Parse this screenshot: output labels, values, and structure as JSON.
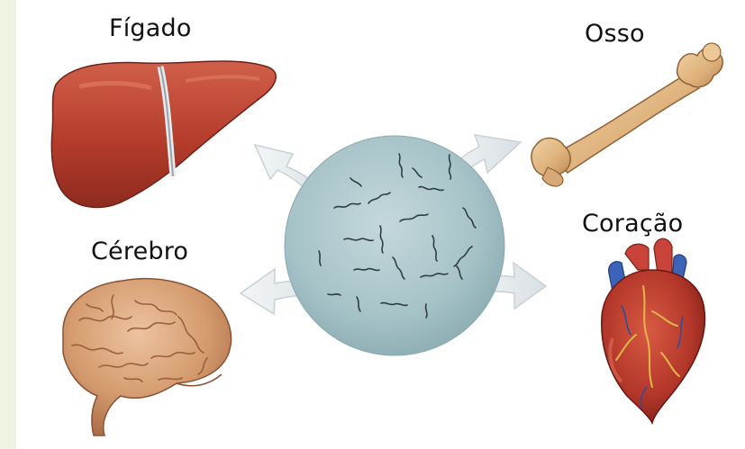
{
  "diagram": {
    "center": "stem-cell-sphere",
    "organs": [
      {
        "key": "figado",
        "label": "Fígado",
        "icon": "liver-icon"
      },
      {
        "key": "osso",
        "label": "Osso",
        "icon": "bone-icon"
      },
      {
        "key": "cerebro",
        "label": "Cérebro",
        "icon": "brain-icon"
      },
      {
        "key": "coracao",
        "label": "Coração",
        "icon": "heart-icon"
      }
    ],
    "colors": {
      "background_border": "#eef3e2",
      "sphere": "#a7c4c9",
      "arrow": "#e6ebed",
      "liver": "#b8412f",
      "bone": "#e2b985",
      "brain": "#d69e74",
      "heart": "#b5362a",
      "vessel_blue": "#3d63b8"
    }
  }
}
